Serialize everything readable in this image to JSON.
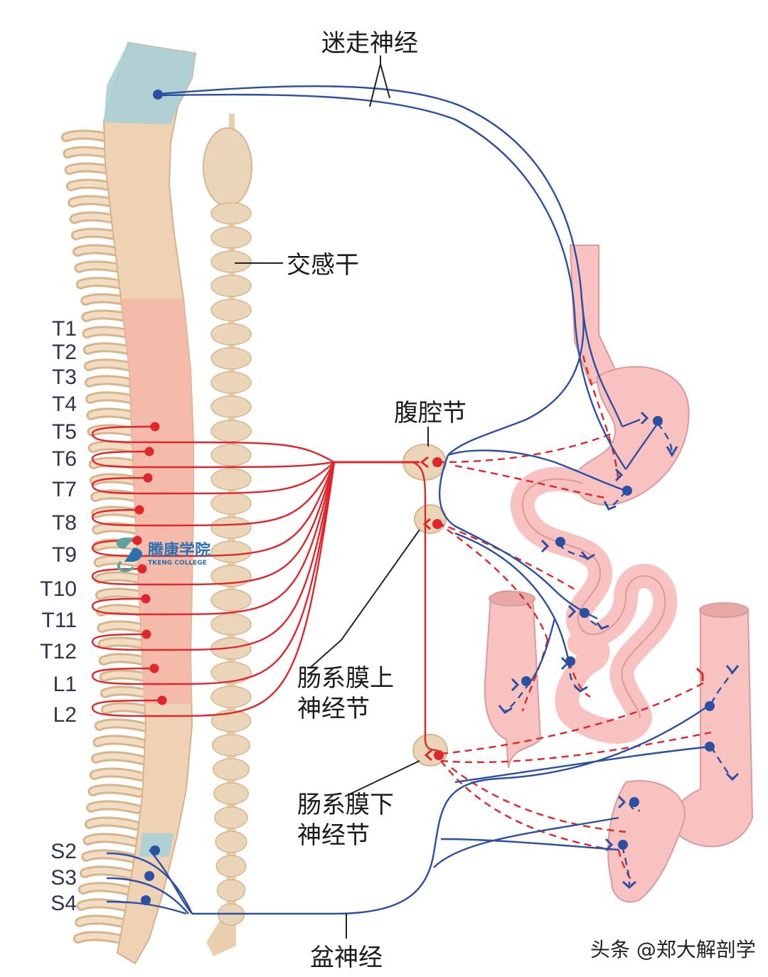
{
  "labels": {
    "vagus": "迷走神经",
    "sympathetic_trunk": "交感干",
    "celiac": "腹腔节",
    "sup_mesenteric_1": "肠系膜上",
    "sup_mesenteric_2": "神经节",
    "inf_mesenteric_1": "肠系膜下",
    "inf_mesenteric_2": "神经节",
    "pelvic": "盆神经"
  },
  "segments": [
    "T1",
    "T2",
    "T3",
    "T4",
    "T5",
    "T6",
    "T7",
    "T8",
    "T9",
    "T10",
    "T11",
    "T12",
    "L1",
    "L2",
    "S2",
    "S3",
    "S4"
  ],
  "logo": {
    "title": "腾康学院",
    "subtitle": "TKENG COLLEGE"
  },
  "watermark": "头条 @郑大解剖学",
  "colors": {
    "sympathetic": "#e0252b",
    "parasympathetic": "#2b4fa3",
    "spine": "#efd2b4",
    "thoracic_zone": "#f4b6a8",
    "cervical_zone": "#a9cfd6",
    "organ": "#f7c2c0"
  }
}
